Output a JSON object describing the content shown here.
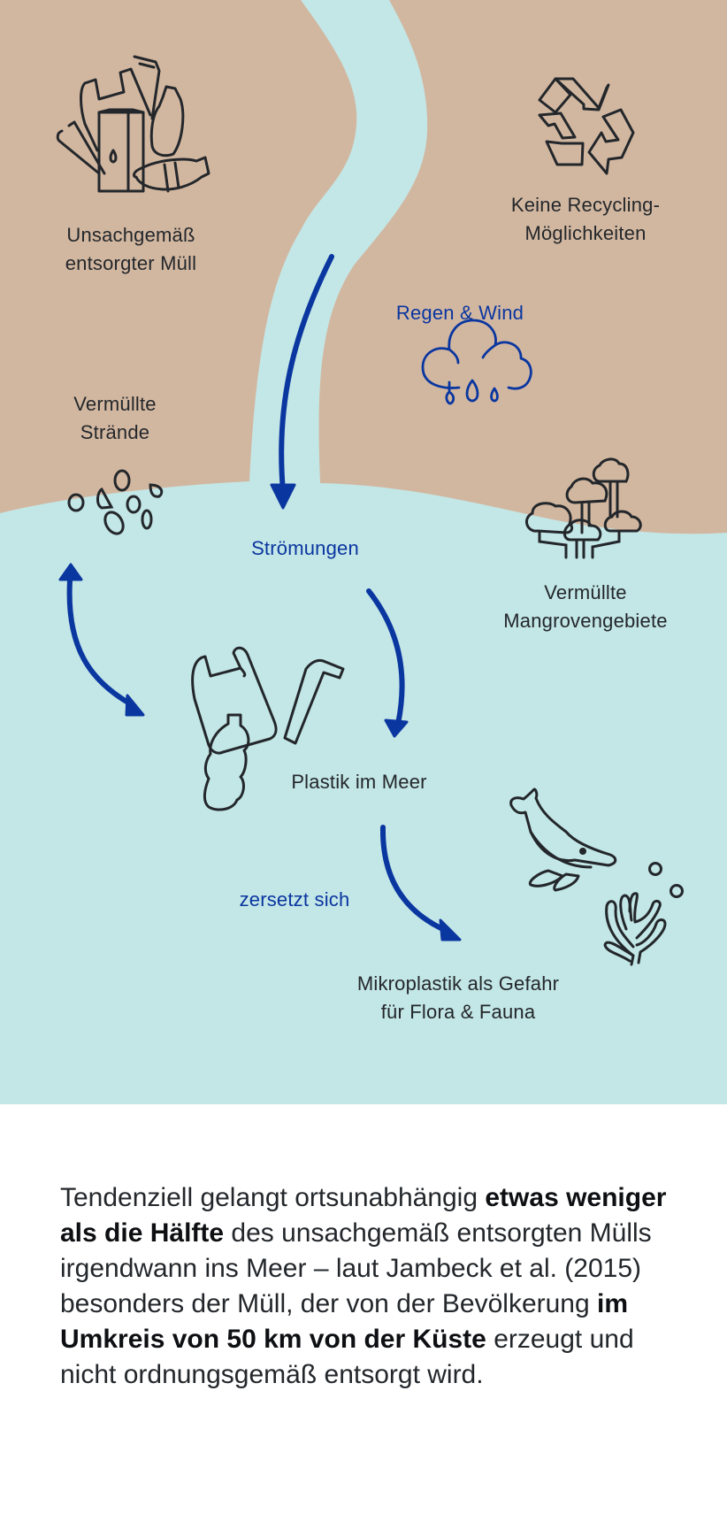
{
  "colors": {
    "land": "#d2b7a0",
    "water": "#c3e6e6",
    "arrow": "#0a36a0",
    "ink": "#23272b",
    "background": "#ffffff"
  },
  "labels": {
    "waste": [
      "Unsachgemäß",
      "entsorgter Müll"
    ],
    "recycling": [
      "Keine Recycling-",
      "Möglichkeiten"
    ],
    "rain_wind": "Regen & Wind",
    "beaches": [
      "Vermüllte",
      "Strände"
    ],
    "currents": "Strömungen",
    "mangroves": [
      "Vermüllte",
      "Mangrovengebiete"
    ],
    "plastic_sea": "Plastik im Meer",
    "decomposes": "zersetzt sich",
    "microplastic": [
      "Mikroplastik als Gefahr",
      "für Flora & Fauna"
    ]
  },
  "icons": [
    "trash-pile-icon",
    "recycling-icon",
    "rain-cloud-icon",
    "beach-debris-icon",
    "mangrove-trees-icon",
    "plastic-bag-bottle-straw-icon",
    "whale-icon",
    "coral-icon",
    "bubbles-icon"
  ],
  "paragraph": [
    {
      "text": "Tendenziell gelangt ortsunabhängig ",
      "bold": false
    },
    {
      "text": "etwas weniger als die Hälfte",
      "bold": true
    },
    {
      "text": " des unsachgemäß entsorgten Mülls irgendwann ins Meer – laut Jambeck et al. (2015) besonders der Müll, der von der Bevölkerung ",
      "bold": false
    },
    {
      "text": "im Umkreis von 50 km von der Küste",
      "bold": true
    },
    {
      "text": " erzeugt und nicht ordnungsgemäß entsorgt wird.",
      "bold": false
    }
  ]
}
